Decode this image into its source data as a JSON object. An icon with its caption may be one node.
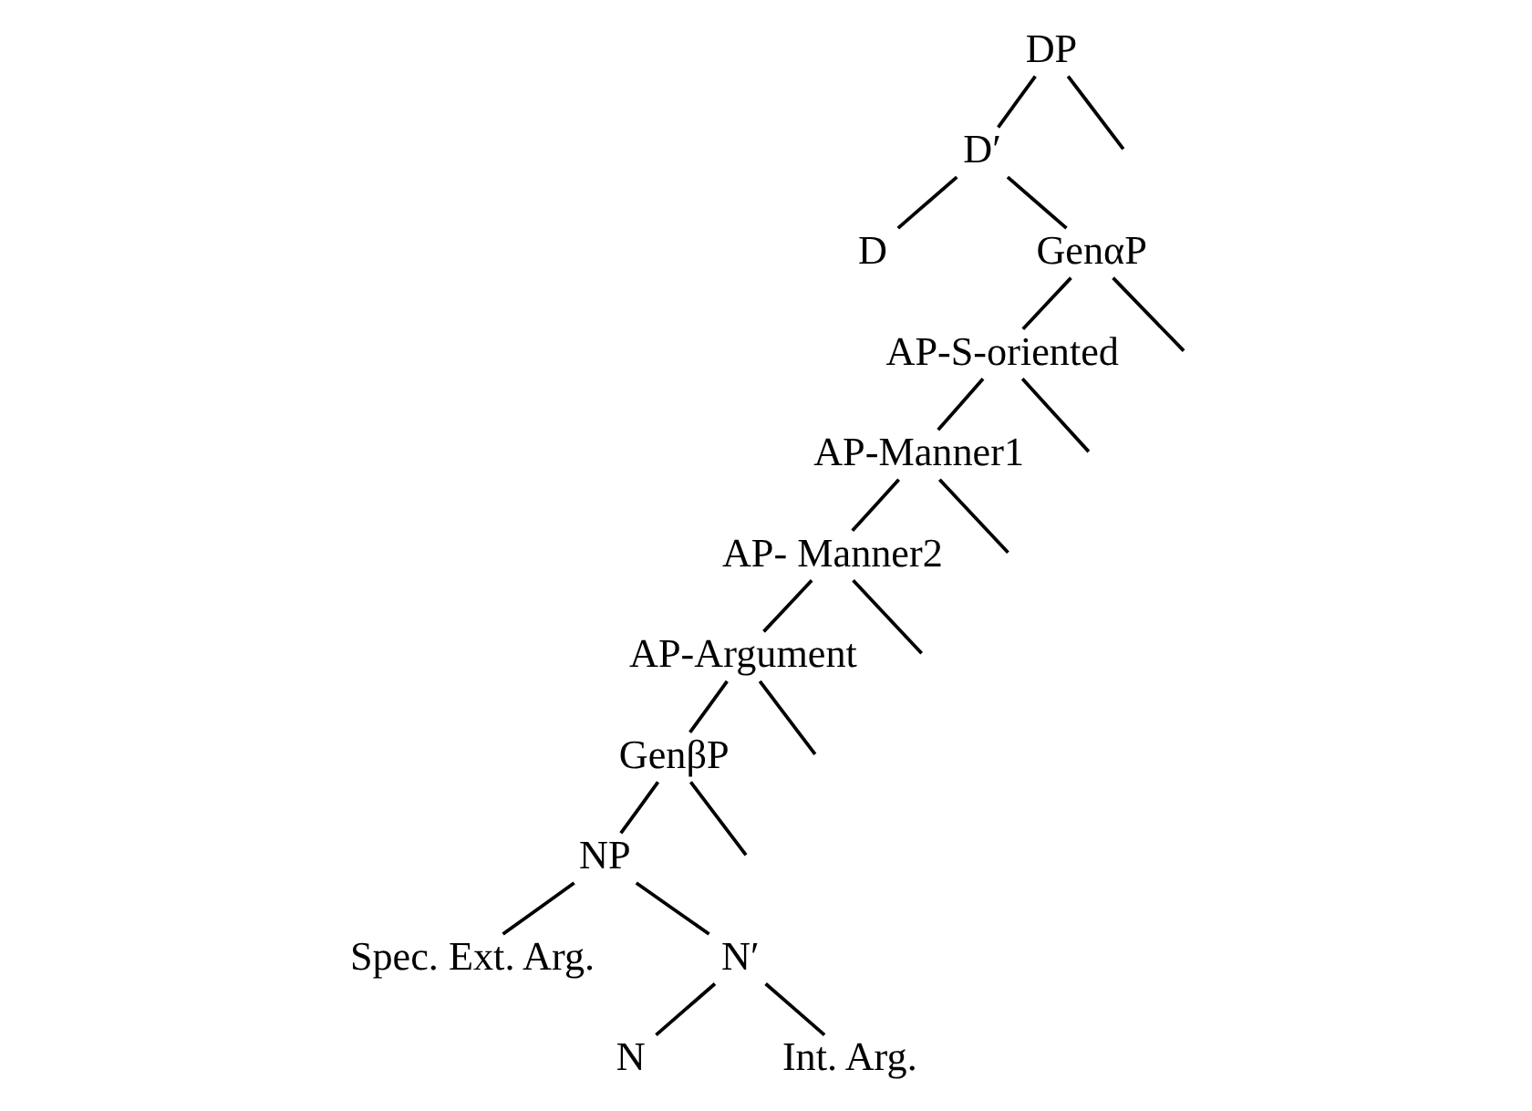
{
  "diagram": {
    "nodes": [
      {
        "text": [
          "DP"
        ]
      },
      {
        "text": [
          "D′"
        ]
      },
      {
        "text": [
          "D"
        ]
      },
      {
        "text": [
          "GenαP"
        ]
      },
      {
        "text": [
          "AP-S-oriented"
        ]
      },
      {
        "text": [
          "AP-Manner1"
        ]
      },
      {
        "text": [
          "AP- Manner2"
        ]
      },
      {
        "text": [
          "AP-Argument"
        ]
      },
      {
        "text": [
          "GenβP"
        ]
      },
      {
        "text": [
          "NP"
        ]
      },
      {
        "text": [
          "Spec. Ext. Arg."
        ]
      },
      {
        "text": [
          "N′"
        ]
      },
      {
        "text": [
          "N"
        ]
      },
      {
        "text": [
          "Int. Arg."
        ]
      }
    ],
    "edges": [
      {
        "from": 0,
        "to": null,
        "arrow": "none"
      },
      {
        "from": 0,
        "to": 1,
        "arrow": "none"
      },
      {
        "from": 1,
        "to": 2,
        "arrow": "none"
      },
      {
        "from": 1,
        "to": 3,
        "arrow": "none"
      },
      {
        "from": 3,
        "to": null,
        "arrow": "none"
      },
      {
        "from": 3,
        "to": 4,
        "arrow": "none"
      },
      {
        "from": 4,
        "to": null,
        "arrow": "none"
      },
      {
        "from": 4,
        "to": 5,
        "arrow": "none"
      },
      {
        "from": 5,
        "to": null,
        "arrow": "none"
      },
      {
        "from": 5,
        "to": 6,
        "arrow": "none"
      },
      {
        "from": 6,
        "to": null,
        "arrow": "none"
      },
      {
        "from": 6,
        "to": 7,
        "arrow": "none"
      },
      {
        "from": 7,
        "to": null,
        "arrow": "none"
      },
      {
        "from": 7,
        "to": 8,
        "arrow": "none"
      },
      {
        "from": 8,
        "to": null,
        "arrow": "none"
      },
      {
        "from": 8,
        "to": 9,
        "arrow": "none"
      },
      {
        "from": 9,
        "to": 10,
        "arrow": "none"
      },
      {
        "from": 9,
        "to": 11,
        "arrow": "none"
      },
      {
        "from": 11,
        "to": 12,
        "arrow": "none"
      },
      {
        "from": 11,
        "to": 13,
        "arrow": "none"
      }
    ]
  }
}
